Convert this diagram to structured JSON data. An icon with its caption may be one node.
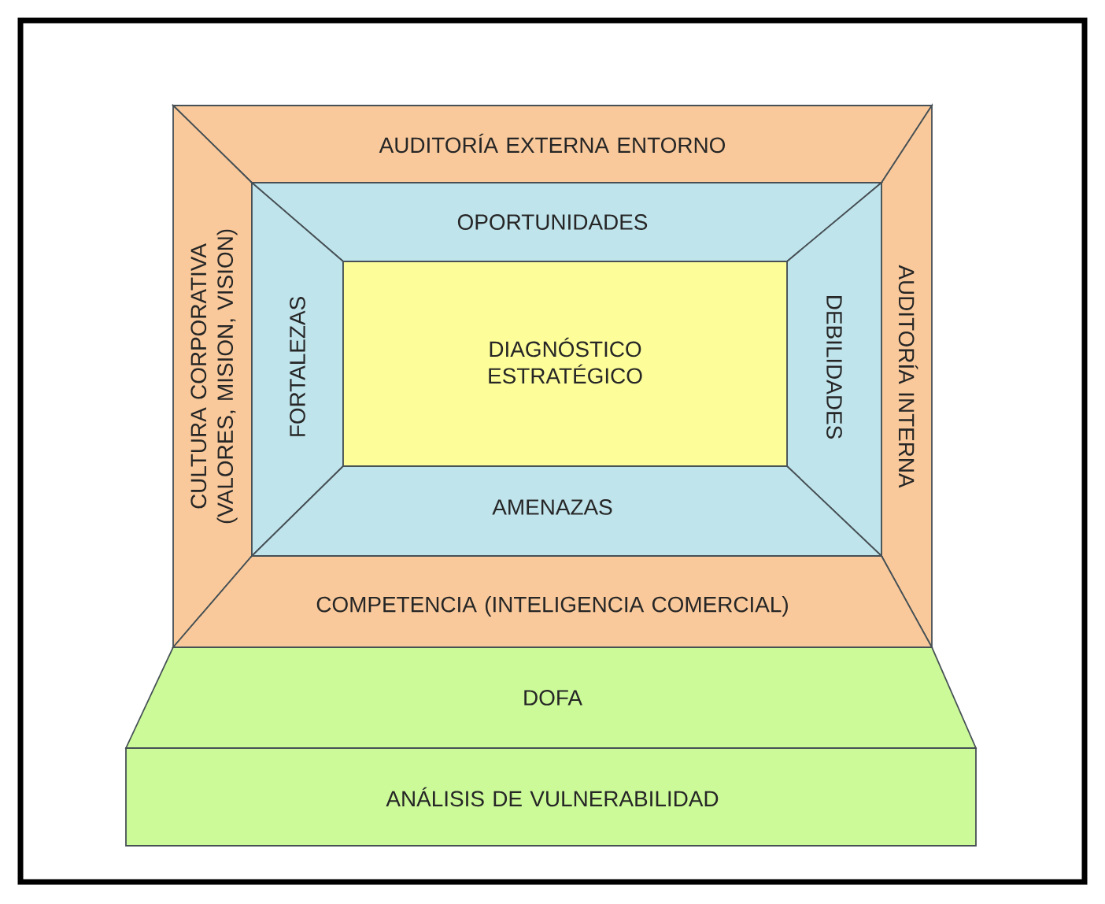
{
  "diagram": {
    "nodes": [
      {
        "text": [
          "AUDITORÍA EXTERNA ENTORNO"
        ]
      },
      {
        "text": [
          "CULTURA CORPORATIVA (VALORES, MISION, VISION)"
        ]
      },
      {
        "text": [
          "AUDITORÍA INTERNA"
        ]
      },
      {
        "text": [
          "COMPETENCIA (INTELIGENCIA COMERCIAL)"
        ]
      },
      {
        "text": [
          "OPORTUNIDADES"
        ]
      },
      {
        "text": [
          "FORTALEZAS"
        ]
      },
      {
        "text": [
          "DEBILIDADES"
        ]
      },
      {
        "text": [
          "AMENAZAS"
        ]
      },
      {
        "text": [
          "DIAGNÓSTICO ESTRATÉGICO"
        ]
      },
      {
        "text": [
          "DOFA"
        ]
      },
      {
        "text": [
          "ANÁLISIS DE VULNERABILIDAD"
        ]
      }
    ]
  }
}
